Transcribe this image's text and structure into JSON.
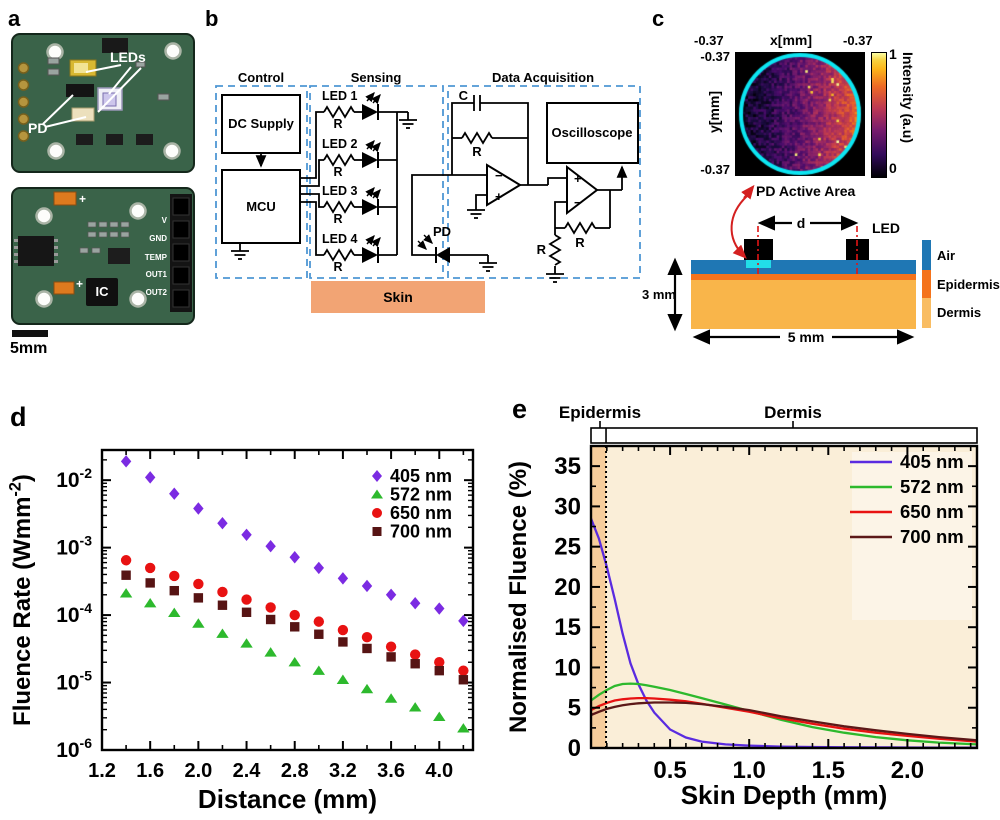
{
  "figure": {
    "panels": {
      "a": "a",
      "b": "b",
      "c": "c",
      "d": "d",
      "e": "e"
    }
  },
  "panel_a": {
    "led_label": "LEDs",
    "pd_label": "PD",
    "ic_label": "IC",
    "plus": "+",
    "scale_label": "5mm",
    "connector_pins": [
      "V",
      "GND",
      "TEMP",
      "OUT1",
      "OUT2"
    ]
  },
  "panel_b": {
    "section_labels": {
      "control": "Control",
      "sensing": "Sensing",
      "daq": "Data Acquisition"
    },
    "dc_supply": "DC Supply",
    "mcu": "MCU",
    "oscilloscope": "Oscilloscope",
    "skin": "Skin",
    "led_labels": [
      "LED 1",
      "LED 2",
      "LED 3",
      "LED 4"
    ],
    "r_label": "R",
    "c_label": "C",
    "pd_label": "PD",
    "minus": "−",
    "plus": "+"
  },
  "panel_c": {
    "x_axis_label": "x[mm]",
    "y_axis_label": "y[mm]",
    "tick_top_left": "-0.37",
    "tick_top_right": "-0.37",
    "tick_left_top": "-0.37",
    "tick_left_bottom": "-0.37",
    "colorbar_label": "Intensity (a.u)",
    "colorbar_max": "1",
    "colorbar_min": "0",
    "annotation": "PD Active Area",
    "skin_model": {
      "d_label": "d",
      "led_label": "LED",
      "height_label": "3 mm",
      "width_label": "5 mm",
      "layers": [
        {
          "name": "Air",
          "color": "#1f77b4"
        },
        {
          "name": "Epidermis",
          "color": "#f4731c"
        },
        {
          "name": "Dermis",
          "color": "#f9b54a"
        }
      ],
      "pd_window_color": "#22dde8"
    }
  },
  "chart_data": [
    {
      "id": "fluence-rate-vs-distance",
      "type": "scatter",
      "yscale": "log",
      "xlabel": "Distance (mm)",
      "ylabel": "Fluence Rate (Wmm^-2)",
      "xlim": [
        1.2,
        4.28
      ],
      "ylim": [
        1e-06,
        0.028
      ],
      "x_major_ticks": [
        1.2,
        1.6,
        2.0,
        2.4,
        2.8,
        3.2,
        3.6,
        4.0
      ],
      "x_minor_step": 0.2,
      "y_tick_exponents": [
        -2,
        -3,
        -4,
        -5,
        -6
      ],
      "legend_position": "top-right",
      "x": [
        1.4,
        1.6,
        1.8,
        2.0,
        2.2,
        2.4,
        2.6,
        2.8,
        3.0,
        3.2,
        3.4,
        3.6,
        3.8,
        4.0,
        4.2
      ],
      "series": [
        {
          "name": "405 nm",
          "marker": "diamond",
          "color": "#7b2be2",
          "values": [
            0.019,
            0.011,
            0.0063,
            0.0038,
            0.0023,
            0.00155,
            0.00105,
            0.00072,
            0.0005,
            0.00035,
            0.00027,
            0.0002,
            0.00015,
            0.000125,
            8.2e-05
          ]
        },
        {
          "name": "572 nm",
          "marker": "triangle",
          "color": "#2db92d",
          "values": [
            0.00021,
            0.00015,
            0.000108,
            7.5e-05,
            5.3e-05,
            3.8e-05,
            2.8e-05,
            2e-05,
            1.5e-05,
            1.1e-05,
            8e-06,
            5.8e-06,
            4.3e-06,
            3.1e-06,
            2.1e-06
          ]
        },
        {
          "name": "650 nm",
          "marker": "circle",
          "color": "#e81212",
          "values": [
            0.00065,
            0.0005,
            0.00038,
            0.00029,
            0.00022,
            0.00017,
            0.00013,
            0.0001,
            8e-05,
            6e-05,
            4.7e-05,
            3.4e-05,
            2.6e-05,
            2e-05,
            1.5e-05
          ]
        },
        {
          "name": "700 nm",
          "marker": "square",
          "color": "#571414",
          "values": [
            0.00039,
            0.0003,
            0.00023,
            0.00018,
            0.00014,
            0.00011,
            8.6e-05,
            6.7e-05,
            5.2e-05,
            4e-05,
            3.2e-05,
            2.4e-05,
            1.9e-05,
            1.5e-05,
            1.1e-05
          ]
        }
      ]
    },
    {
      "id": "normalised-fluence-vs-depth",
      "type": "line",
      "xlabel": "Skin Depth (mm)",
      "ylabel": "Normalised Fluence (%)",
      "xlim": [
        0,
        2.44
      ],
      "ylim": [
        0,
        37.5
      ],
      "x_major_ticks": [
        0.5,
        1.0,
        1.5,
        2.0
      ],
      "x_minor_step": 0.1,
      "y_major_ticks": [
        0,
        5,
        10,
        15,
        20,
        25,
        30,
        35
      ],
      "y_minor_step": 2.5,
      "plot_bg": "#faeed8",
      "epidermis_band": {
        "to": 0.095,
        "color": "#f6cd9c"
      },
      "boundary_x": 0.095,
      "top_bar": {
        "left_label": "Epidermis",
        "right_label": "Dermis"
      },
      "legend_position": "top-right",
      "x": [
        0,
        0.05,
        0.1,
        0.15,
        0.2,
        0.25,
        0.3,
        0.35,
        0.4,
        0.5,
        0.6,
        0.7,
        0.85,
        1.0,
        1.2,
        1.4,
        1.6,
        1.8,
        2.0,
        2.2,
        2.44
      ],
      "series": [
        {
          "name": "405 nm",
          "color": "#5a2be0",
          "values": [
            28.5,
            26.0,
            22.5,
            18.5,
            14.2,
            10.5,
            7.9,
            5.9,
            4.4,
            2.3,
            1.3,
            0.8,
            0.45,
            0.3,
            0.18,
            0.12,
            0.09,
            0.07,
            0.06,
            0.05,
            0.05
          ]
        },
        {
          "name": "572 nm",
          "color": "#2db92d",
          "values": [
            5.9,
            6.6,
            7.2,
            7.7,
            7.95,
            8.0,
            7.95,
            7.8,
            7.6,
            7.2,
            6.7,
            6.2,
            5.4,
            4.6,
            3.5,
            2.6,
            1.9,
            1.35,
            0.95,
            0.67,
            0.45
          ]
        },
        {
          "name": "650 nm",
          "color": "#e81212",
          "values": [
            4.7,
            5.2,
            5.6,
            5.9,
            6.05,
            6.15,
            6.2,
            6.2,
            6.15,
            6.0,
            5.8,
            5.5,
            5.0,
            4.5,
            3.7,
            3.0,
            2.4,
            1.9,
            1.5,
            1.15,
            0.8
          ]
        },
        {
          "name": "700 nm",
          "color": "#5c1818",
          "values": [
            4.1,
            4.5,
            4.85,
            5.1,
            5.3,
            5.45,
            5.55,
            5.6,
            5.65,
            5.65,
            5.6,
            5.45,
            5.1,
            4.7,
            3.95,
            3.3,
            2.7,
            2.2,
            1.75,
            1.35,
            0.95
          ]
        }
      ]
    }
  ],
  "colors": {
    "pcb_green": "#3a6349",
    "dashed_box_blue": "#4f97d4",
    "skin_tan": "#f2a474",
    "pd_circle_cyan": "#0ce6f2",
    "annotation_red": "#d42020"
  }
}
